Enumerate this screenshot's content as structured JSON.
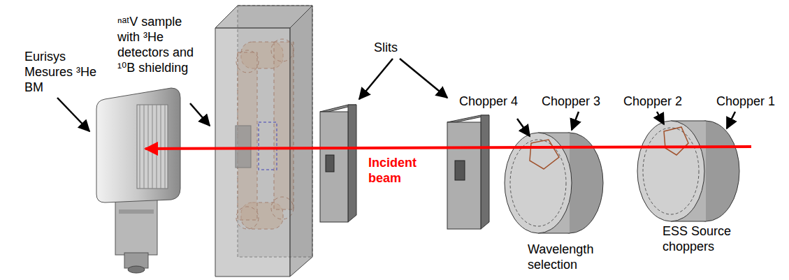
{
  "diagram": {
    "labels": [
      "Eurisys Mesures ³He BM",
      "ⁿᵃᵗV sample with ³He detectors and ¹⁰B shielding",
      "Slits",
      "Chopper 4",
      "Chopper 3",
      "Chopper 2",
      "Chopper 1",
      "Incident beam",
      "Wavelength selection",
      "ESS Source choppers"
    ]
  }
}
